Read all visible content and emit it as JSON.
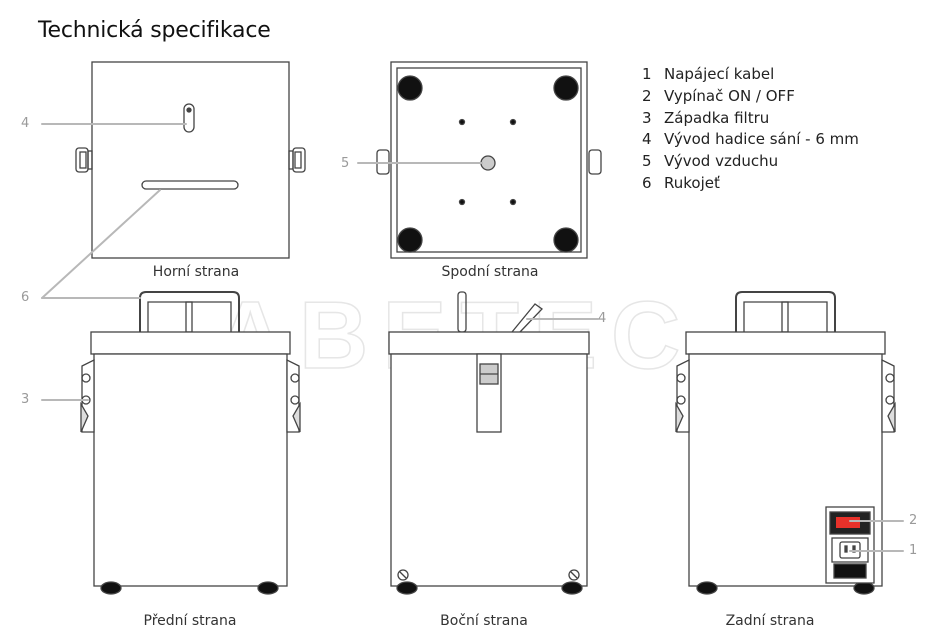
{
  "title": "Technická specifikace",
  "legend": [
    {
      "num": "1",
      "text": "Napájecí kabel"
    },
    {
      "num": "2",
      "text": "Vypínač ON / OFF"
    },
    {
      "num": "3",
      "text": "Západka filtru"
    },
    {
      "num": "4",
      "text": "Vývod hadice sání - 6 mm"
    },
    {
      "num": "5",
      "text": "Vývod vzduchu"
    },
    {
      "num": "6",
      "text": "Rukojeť"
    }
  ],
  "views": {
    "top": "Horní strana",
    "bottom": "Spodní strana",
    "front": "Přední strana",
    "side": "Boční strana",
    "rear": "Zadní strana"
  },
  "callouts": {
    "top_4": "4",
    "bottom_5": "5",
    "handle_6": "6",
    "front_3": "3",
    "side_4": "4",
    "rear_2": "2",
    "rear_1": "1"
  },
  "watermark": "ABETEC",
  "colors": {
    "switch_red": "#e8312a",
    "outline": "#444444",
    "leader": "#b8b8b8"
  }
}
